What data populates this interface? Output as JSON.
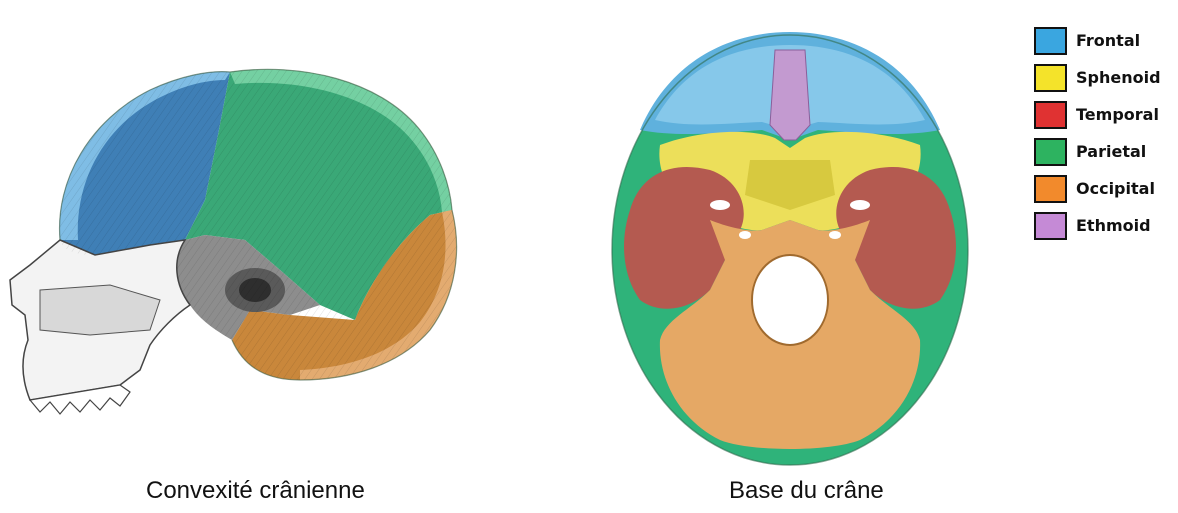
{
  "captions": {
    "left": "Convexité crânienne",
    "right": "Base du crâne"
  },
  "legend": {
    "items": [
      {
        "label": "Frontal",
        "color": "#3aa6e0"
      },
      {
        "label": "Sphenoid",
        "color": "#f4e32a"
      },
      {
        "label": "Temporal",
        "color": "#e03232"
      },
      {
        "label": "Parietal",
        "color": "#2db360"
      },
      {
        "label": "Occipital",
        "color": "#f28a2c"
      },
      {
        "label": "Ethmoid",
        "color": "#c58ad6"
      }
    ]
  }
}
